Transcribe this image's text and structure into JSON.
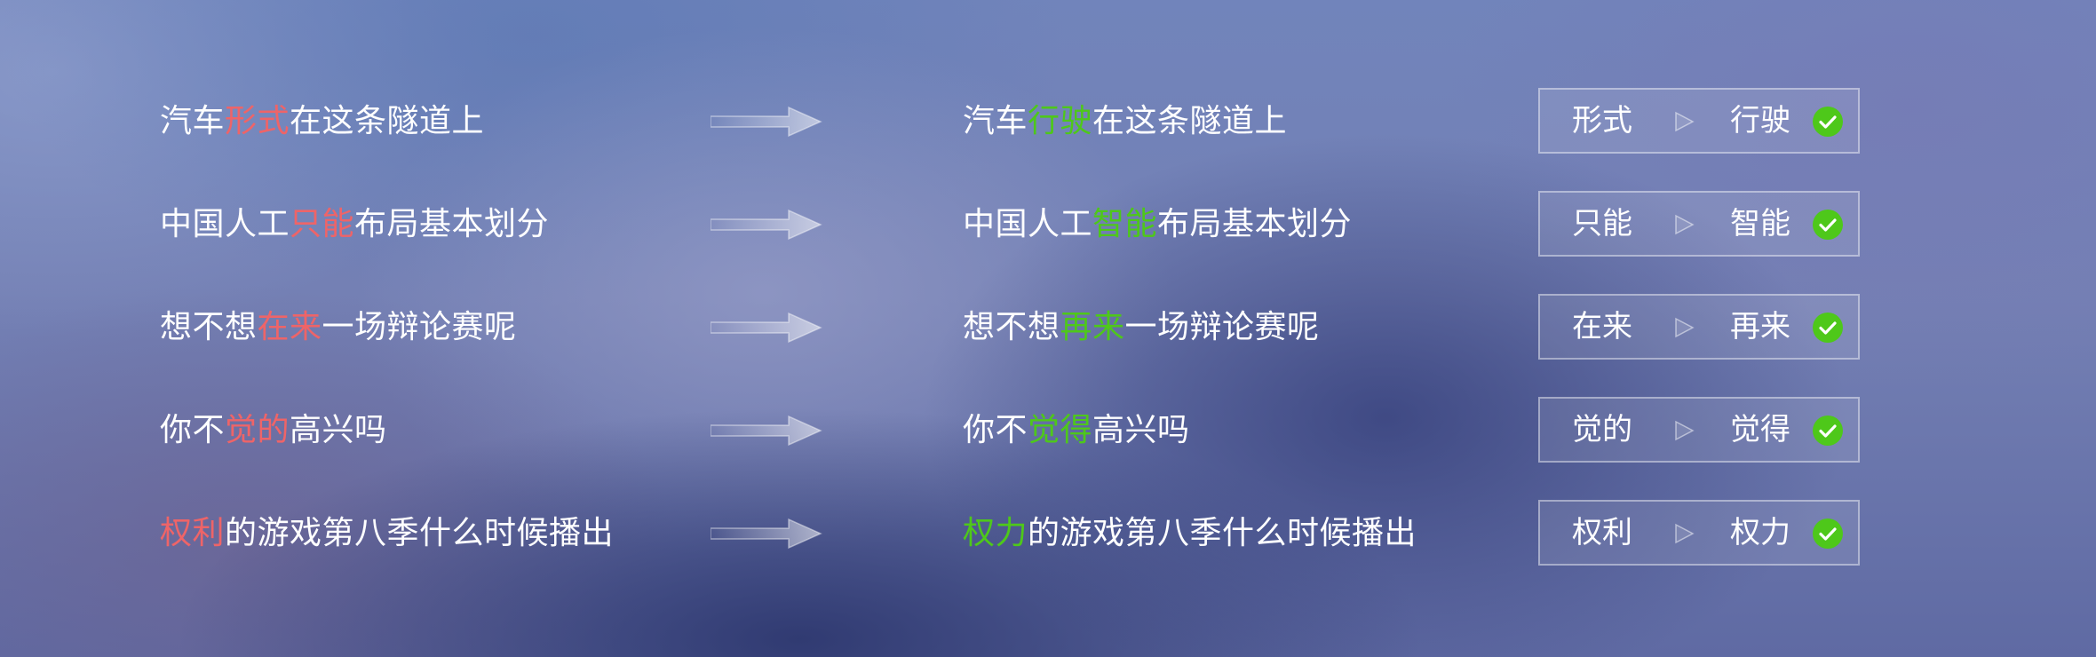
{
  "colors": {
    "wrong": "#ee6468",
    "right": "#4ec81a",
    "check": "#4ec81a"
  },
  "icons": {
    "arrow": "right-arrow-icon",
    "separator": "triangle-right-icon",
    "check": "check-circle-icon"
  },
  "rows": [
    {
      "original": {
        "before": "汽车",
        "wrong": "形式",
        "after": "在这条隧道上"
      },
      "corrected": {
        "before": "汽车",
        "right": "行驶",
        "after": "在这条隧道上"
      },
      "pair": {
        "from": "形式",
        "to": "行驶"
      }
    },
    {
      "original": {
        "before": "中国人工",
        "wrong": "只能",
        "after": "布局基本划分"
      },
      "corrected": {
        "before": "中国人工",
        "right": "智能",
        "after": "布局基本划分"
      },
      "pair": {
        "from": "只能",
        "to": "智能"
      }
    },
    {
      "original": {
        "before": "想不想",
        "wrong": "在来",
        "after": "一场辩论赛呢"
      },
      "corrected": {
        "before": "想不想",
        "right": "再来",
        "after": "一场辩论赛呢"
      },
      "pair": {
        "from": "在来",
        "to": "再来"
      }
    },
    {
      "original": {
        "before": "你不",
        "wrong": "觉的",
        "after": "高兴吗"
      },
      "corrected": {
        "before": "你不",
        "right": "觉得",
        "after": "高兴吗"
      },
      "pair": {
        "from": "觉的",
        "to": "觉得"
      }
    },
    {
      "original": {
        "before": "",
        "wrong": "权利",
        "after": "的游戏第八季什么时候播出"
      },
      "corrected": {
        "before": "",
        "right": "权力",
        "after": "的游戏第八季什么时候播出"
      },
      "pair": {
        "from": "权利",
        "to": "权力"
      }
    }
  ]
}
